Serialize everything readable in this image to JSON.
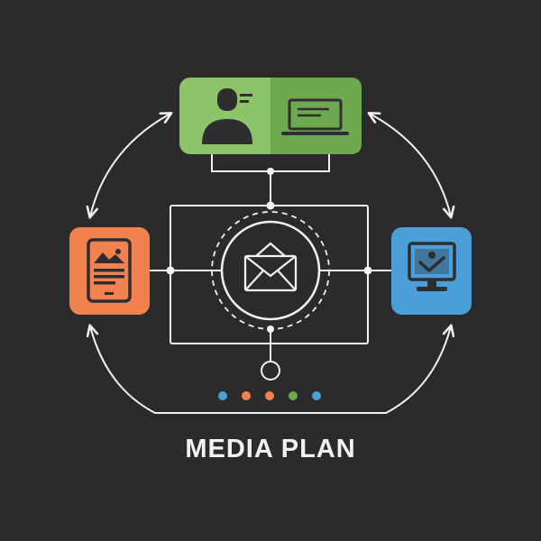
{
  "diagram": {
    "title": "MEDIA PLAN",
    "colors": {
      "background": "#2b2b2b",
      "line": "#f2f2f2",
      "green_left": "#8cc46a",
      "green_right": "#6daa4f",
      "orange": "#f2814f",
      "blue": "#4a9fd8",
      "icon_dark": "#2e2e2e"
    },
    "nodes": [
      {
        "id": "top",
        "icons": [
          "person-icon",
          "laptop-icon"
        ],
        "color": "green"
      },
      {
        "id": "left",
        "icons": [
          "tablet-image-icon"
        ],
        "color": "orange"
      },
      {
        "id": "right",
        "icons": [
          "monitor-download-icon"
        ],
        "color": "blue"
      },
      {
        "id": "center",
        "icons": [
          "envelope-icon"
        ],
        "color": "outline"
      }
    ],
    "dots": [
      {
        "color": "#4a9fd8"
      },
      {
        "color": "#f2814f"
      },
      {
        "color": "#f2814f"
      },
      {
        "color": "#6daa4f"
      },
      {
        "color": "#4a9fd8"
      }
    ]
  }
}
